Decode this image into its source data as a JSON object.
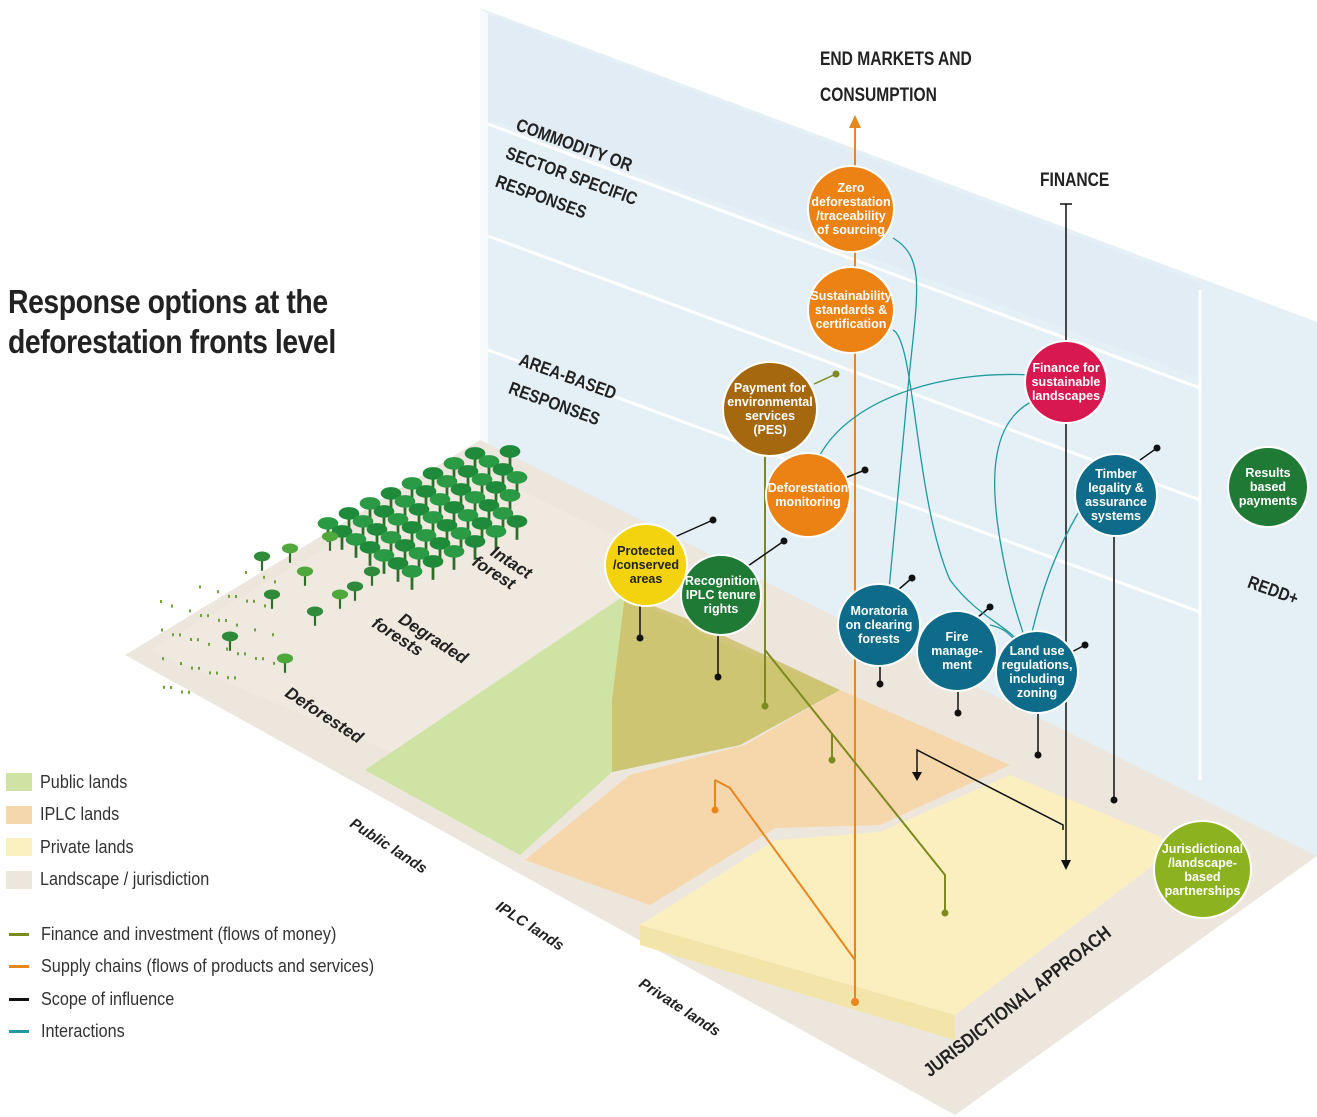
{
  "title": {
    "line1": "Response options at the",
    "line2": "deforestation fronts level"
  },
  "axis_labels": {
    "end_markets": [
      "END MARKETS AND",
      "CONSUMPTION"
    ],
    "finance": "FINANCE",
    "commodity": [
      "COMMODITY OR",
      "SECTOR SPECIFIC",
      "RESPONSES"
    ],
    "area_based": [
      "AREA-BASED",
      "RESPONSES"
    ],
    "redd": "REDD+",
    "jurisdictional": "JURISDICTIONAL APPROACH"
  },
  "forest_labels": {
    "intact": [
      "Intact",
      "forest"
    ],
    "degraded": [
      "Degraded",
      "forests"
    ],
    "deforested": "Deforested"
  },
  "land_labels": {
    "public": "Public lands",
    "iplc": "IPLC lands",
    "private": "Private lands"
  },
  "bubbles": {
    "zero_deforestation": "Zero deforestation /traceability of sourcing",
    "sustainability": "Sustainability standards & certification",
    "pes": "Payment for environmental services (PES)",
    "finance_landscapes": "Finance for sustainable landscapes",
    "deforestation_monitoring": "Deforestation monitoring",
    "timber": "Timber legality & assurance systems",
    "results_payments": "Results based payments",
    "protected": "Protected /conserved areas",
    "iplc_tenure": "Recognition IPLC tenure rights",
    "moratoria": "Moratoria on clearing forests",
    "fire": "Fire manage- ment",
    "land_use": "Land use regulations, including zoning",
    "jurisdictional_partnerships": "Jurisdictional /landscape- based partnerships"
  },
  "legend": {
    "areas": [
      {
        "label": "Public lands",
        "color": "#cfe3a4"
      },
      {
        "label": "IPLC lands",
        "color": "#f6d6ab"
      },
      {
        "label": "Private lands",
        "color": "#fbf0c0"
      },
      {
        "label": "Landscape / jurisdiction",
        "color": "#ece6dc"
      }
    ],
    "lines": [
      {
        "label": "Finance and investment (flows of money)",
        "color": "#7c8b1f"
      },
      {
        "label": "Supply chains (flows of products and services)",
        "color": "#e8871e"
      },
      {
        "label": "Scope of influence",
        "color": "#111111"
      },
      {
        "label": "Interactions",
        "color": "#1e9aa0"
      }
    ]
  },
  "colors": {
    "orange": "#ec8114",
    "brown": "#a5680f",
    "magenta": "#d8194f",
    "teal_dark": "#0e6b8a",
    "green": "#1f7a35",
    "yellow": "#f2d30d",
    "lime": "#8cb21f",
    "wall": "#e6f1f7"
  }
}
